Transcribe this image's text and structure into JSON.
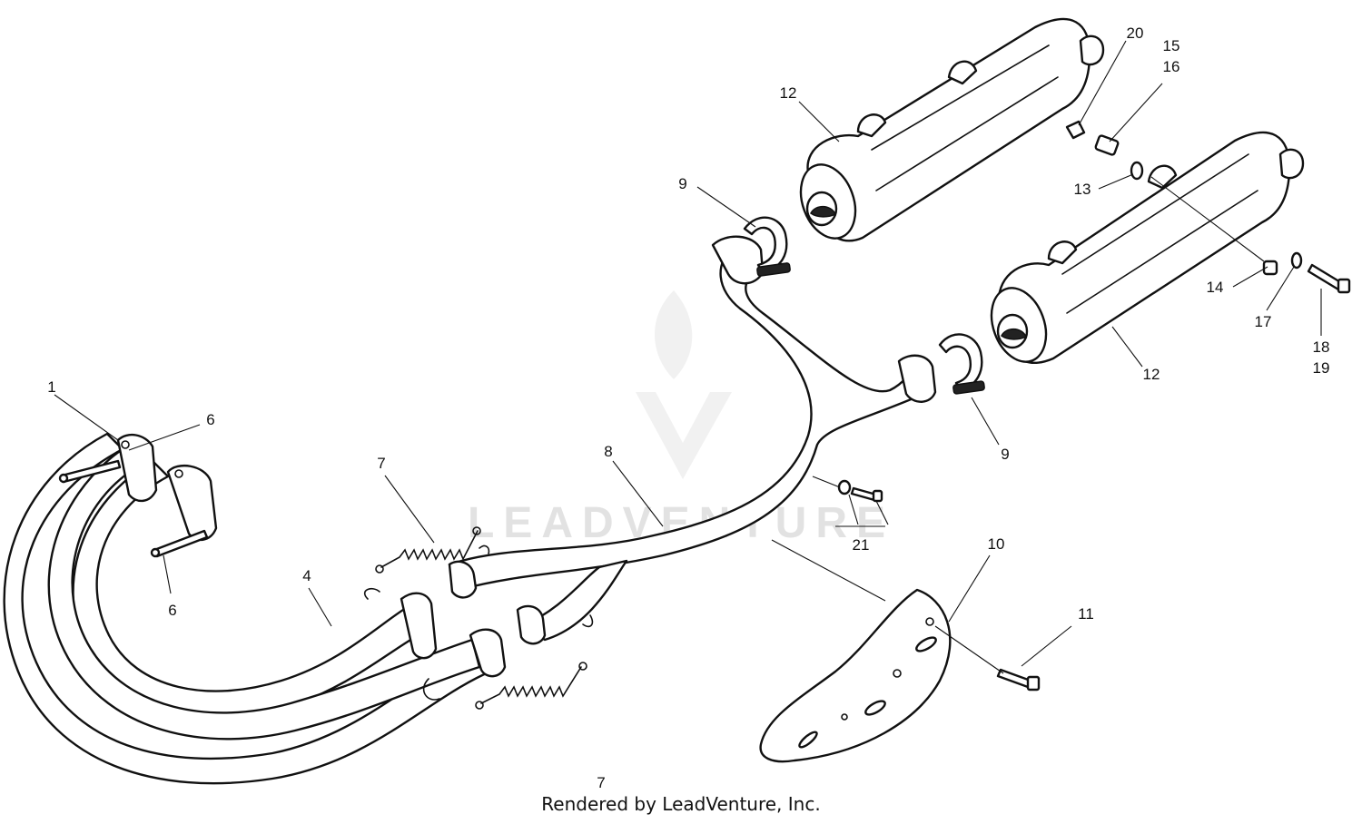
{
  "callouts": {
    "c1": "1",
    "c4": "4",
    "c6a": "6",
    "c6b": "6",
    "c7a": "7",
    "c7b": "7",
    "c8": "8",
    "c9a": "9",
    "c9b": "9",
    "c10": "10",
    "c11": "11",
    "c12a": "12",
    "c12b": "12",
    "c13": "13",
    "c14": "14",
    "c15": "15",
    "c16": "16",
    "c17": "17",
    "c18": "18",
    "c19": "19",
    "c20": "20",
    "c21": "21"
  },
  "watermark": "LEADVENTURE",
  "footer": "Rendered by LeadVenture, Inc."
}
